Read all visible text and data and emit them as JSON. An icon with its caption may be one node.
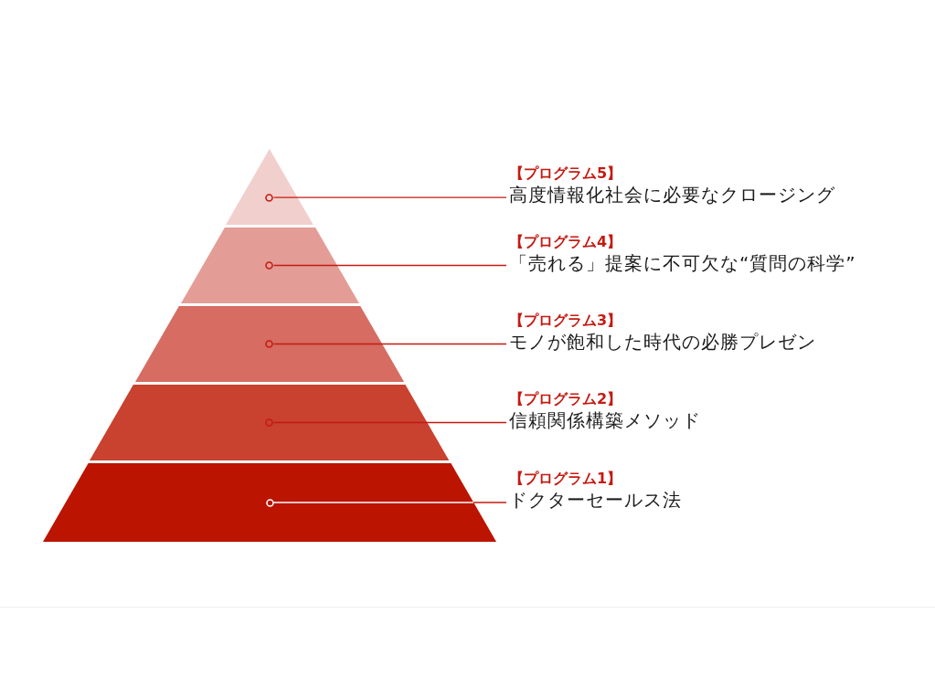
{
  "diagram": {
    "nodes": [
      {
        "text": [],
        "shape": "triangle"
      },
      {
        "text": [],
        "shape": "trapezoid"
      },
      {
        "text": [],
        "shape": "trapezoid"
      },
      {
        "text": [],
        "shape": "trapezoid"
      },
      {
        "text": [],
        "shape": "trapezoid"
      },
      {
        "text": [],
        "shape": "circle",
        "in": 0
      },
      {
        "text": [],
        "shape": "circle",
        "in": 1
      },
      {
        "text": [],
        "shape": "circle",
        "in": 2
      },
      {
        "text": [],
        "shape": "circle",
        "in": 3
      },
      {
        "text": [],
        "shape": "circle",
        "in": 4
      },
      {
        "text": [
          "【プログラム5】",
          "高度情報化社会に必要なクロージング"
        ]
      },
      {
        "text": [
          "【プログラム4】",
          "「売れる」提案に不可欠な“質問の科学”"
        ]
      },
      {
        "text": [
          "【プログラム3】",
          "モノが飽和した時代の必勝プレゼン"
        ]
      },
      {
        "text": [
          "【プログラム2】",
          "信頼関係構築メソッド"
        ]
      },
      {
        "text": [
          "【プログラム1】",
          "ドクターセールス法"
        ]
      }
    ],
    "edges": [
      {
        "from": 10,
        "to": 5,
        "arrow": "none"
      },
      {
        "from": 11,
        "to": 6,
        "arrow": "none"
      },
      {
        "from": 12,
        "to": 7,
        "arrow": "none"
      },
      {
        "from": 13,
        "to": 8,
        "arrow": "none"
      },
      {
        "from": 14,
        "to": 9,
        "arrow": "none"
      }
    ]
  }
}
